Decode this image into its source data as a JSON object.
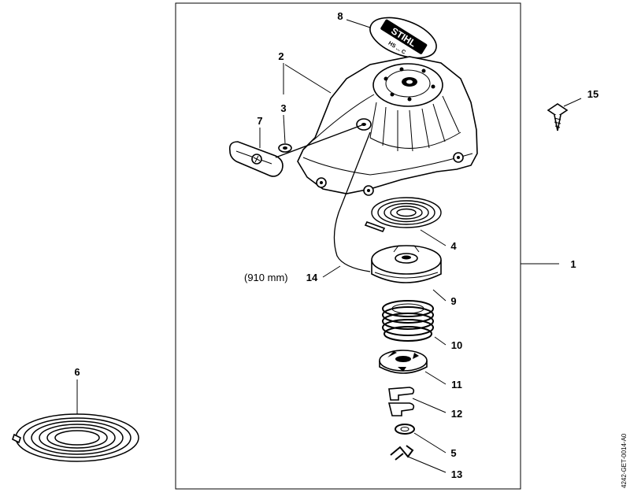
{
  "callouts": {
    "c1": "1",
    "c2": "2",
    "c3": "3",
    "c4": "4",
    "c5": "5",
    "c6": "6",
    "c7": "7",
    "c8": "8",
    "c9": "9",
    "c10": "10",
    "c11": "11",
    "c12": "12",
    "c13": "13",
    "c14": "14",
    "c15": "15"
  },
  "rope_length": "(910 mm)",
  "drawing_number": "4242-GET-0014-A0",
  "logo": {
    "brand": "STIHL",
    "model": "HS ... C"
  }
}
